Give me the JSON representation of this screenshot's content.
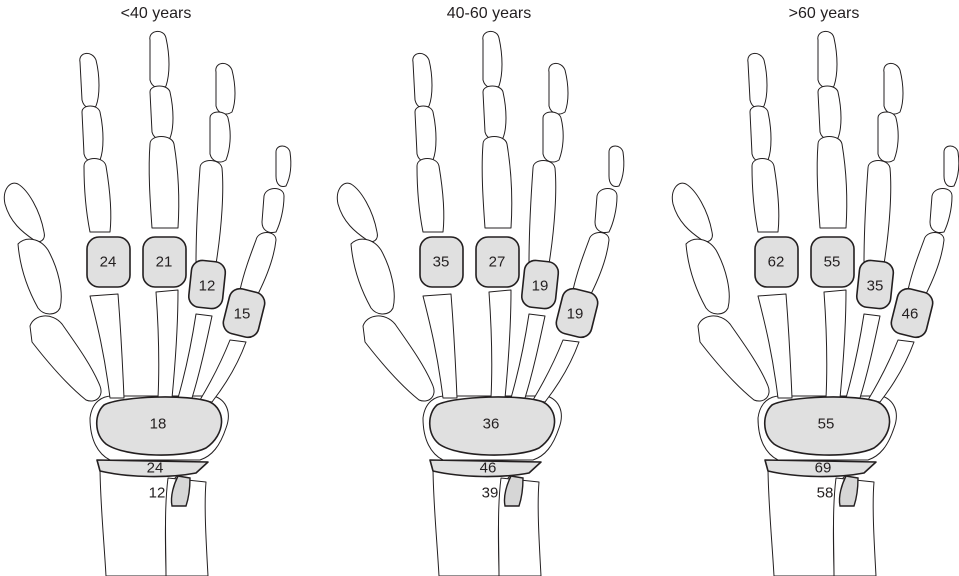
{
  "panels": [
    {
      "title": "<40 years",
      "values": {
        "mcp2": "24",
        "mcp3": "21",
        "mcp4": "12",
        "mcp5": "15",
        "carpus": "18",
        "tfcc": "24",
        "ulna": "12"
      }
    },
    {
      "title": "40-60 years",
      "values": {
        "mcp2": "35",
        "mcp3": "27",
        "mcp4": "19",
        "mcp5": "19",
        "carpus": "36",
        "tfcc": "46",
        "ulna": "39"
      }
    },
    {
      "title": ">60 years",
      "values": {
        "mcp2": "62",
        "mcp3": "55",
        "mcp4": "35",
        "mcp5": "46",
        "carpus": "55",
        "tfcc": "69",
        "ulna": "58"
      }
    }
  ],
  "colors": {
    "outline": "#231f20",
    "region_fill": "#e0e0e0",
    "background": "#ffffff"
  },
  "icons": [
    "hand-skeleton-illustration"
  ]
}
